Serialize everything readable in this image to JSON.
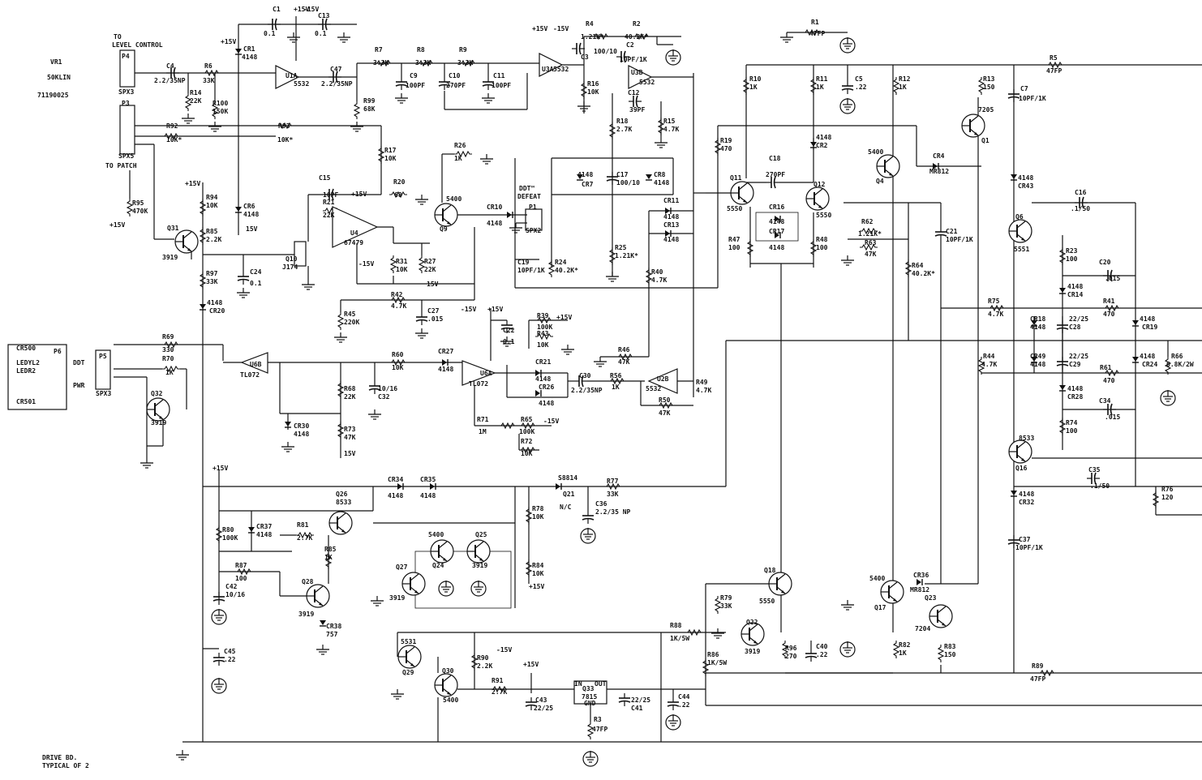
{
  "sheet_note": {
    "line1": "DRIVE BD.",
    "line2": "TYPICAL OF 2"
  },
  "part_number": "71190025",
  "pot": {
    "ref": "VR1",
    "value": "50KLIN"
  },
  "connectors": {
    "to_level_control_1": "TO",
    "to_level_control_2": "LEVEL CONTROL",
    "to_patch": "TO PATCH",
    "p4": "P4",
    "spx3a": "SPX3",
    "p3": "P3",
    "spx5": "SPX5",
    "p6": "P6",
    "p5": "P5",
    "spx3b": "SPX3",
    "ddt": "DDT",
    "pwr": "PWR",
    "p1": "P1",
    "spx2": "SPX2",
    "ddt_defeat_1": "DDT™",
    "ddt_defeat_2": "DEFEAT"
  },
  "leds": {
    "cr500": "CR500",
    "cr501": "CR501",
    "ledyl2": "LEDYL2",
    "ledr2": "LEDR2"
  },
  "rails": {
    "p15": "+15V",
    "m15": "-15V",
    "m15b": "15V"
  },
  "ics": {
    "u1a": "U1A",
    "u1a_type": "5532",
    "u3a": "U3A",
    "u3a_type": "5532",
    "u3b": "U3B",
    "u3b_type": "5532",
    "u4": "U4",
    "u4_type": "67479",
    "u6b": "U6B",
    "u6b_type": "TL072",
    "u6a": "U6A",
    "u6a_type": "TL072",
    "u2b": "U2B",
    "u2b_type": "5532",
    "q33": "Q33",
    "q33_type": "7815",
    "q33_in": "IN",
    "q33_out": "OUT",
    "q33_gnd": "GND"
  },
  "transistors": {
    "q31": "Q31",
    "q31_t": "3919",
    "q32": "Q32",
    "q32_t": "3919",
    "q10": "Q10",
    "q10_t": "J174",
    "q9": "Q9",
    "q9_t": "5400",
    "q11": "Q11",
    "q11_t": "5550",
    "q12": "Q12",
    "q12_t": "5550",
    "q4": "Q4",
    "q4_t": "5400",
    "q1": "Q1",
    "q1_t": "7205",
    "q6": "Q6",
    "q6_t": "5551",
    "q16": "Q16",
    "q16_t": "8533",
    "q26": "Q26",
    "q26_t": "8533",
    "q24": "Q24",
    "q24_t": "5400",
    "q25": "Q25",
    "q25_t": "3919",
    "q27": "Q27",
    "q27_t": "3919",
    "q28": "Q28",
    "q28_t": "3919",
    "q18": "Q18",
    "q18_t": "5550",
    "q22": "Q22",
    "q22_t": "3919",
    "q17": "Q17",
    "q17_t": "5400",
    "q23": "Q23",
    "q23_t": "7204",
    "q29": "Q29",
    "q29_t": "5531",
    "q30": "Q30",
    "q30_t": "5400",
    "q21": "Q21",
    "q21_t": "S8814",
    "q21_nc": "N/C"
  },
  "resistors": {
    "r6": "R6",
    "r6v": "33K",
    "r14": "R14",
    "r14v": "22K",
    "r100": "R100",
    "r100v": "150K",
    "r92": "R92",
    "r92v": "10K*",
    "r93": "R93",
    "r93v": "10K*",
    "r7": "R7",
    "r7v": "3.3K",
    "r8": "R8",
    "r8v": "3.3K",
    "r9": "R9",
    "r9v": "3.3K",
    "r99": "R99",
    "r99v": "68K",
    "r4": "R4",
    "r4v": "1.21K*",
    "r2": "R2",
    "r2v": "40.2K*",
    "r16": "R16",
    "r16v": "10K",
    "r1": "R1",
    "r1v": "47FP",
    "r17": "R17",
    "r17v": "10K",
    "r20": "R20",
    "r20v": "68",
    "r21": "R21",
    "r21v": "22K",
    "r26": "R26",
    "r26v": "1K",
    "r95": "R95",
    "r95v": "470K",
    "r94": "R94",
    "r94v": "10K",
    "r85": "R85",
    "r85v": "2.2K",
    "r97": "R97",
    "r97v": "33K",
    "r31": "R31",
    "r31v": "10K",
    "r27": "R27",
    "r27v": "22K",
    "r24": "R24",
    "r24v": "40.2K*",
    "r18": "R18",
    "r18v": "2.7K",
    "r15": "R15",
    "r15v": "4.7K",
    "r25": "R25",
    "r25v": "1.21K*",
    "r40": "R40",
    "r40v": "4.7K",
    "r42": "R42",
    "r42v": "4.7K",
    "r45": "R45",
    "r45v": "220K",
    "r39": "R39",
    "r39v": "100K",
    "r43": "R43",
    "r43v": "10K",
    "r69": "R69",
    "r69v": "330",
    "r70": "R70",
    "r70v": "1K",
    "r60": "R60",
    "r60v": "10K",
    "r68": "R68",
    "r68v": "22K",
    "r73": "R73",
    "r73v": "47K",
    "r71": "R71",
    "r71v": "1M",
    "r65": "R65",
    "r65v": "100K",
    "r72": "R72",
    "r72v": "10K",
    "r46": "R46",
    "r46v": "47K",
    "r56": "R56",
    "r56v": "1K",
    "r50": "R50",
    "r50v": "47K",
    "r49": "R49",
    "r49v": "4.7K",
    "r10": "R10",
    "r10v": "1K",
    "r11": "R11",
    "r11v": "1K",
    "r12": "R12",
    "r12v": "1K",
    "r13": "R13",
    "r13v": "150",
    "r5": "R5",
    "r5v": "47FP",
    "r19": "R19",
    "r19v": "470",
    "r47": "R47",
    "r47v": "100",
    "r48": "R48",
    "r48v": "100",
    "r62": "R62",
    "r62v": "1.21K*",
    "r63": "R63",
    "r63v": "47K",
    "r64": "R64",
    "r64v": "40.2K*",
    "r23": "R23",
    "r23v": "100",
    "r75": "R75",
    "r75v": "4.7K",
    "r41": "R41",
    "r41v": "470",
    "r44": "R44",
    "r44v": "4.7K",
    "r61": "R61",
    "r61v": "470",
    "r66": "R66",
    "r66v": "6.8K/2W",
    "r74": "R74",
    "r74v": "100",
    "r76": "R76",
    "r76v": "120",
    "r77": "R77",
    "r77v": "33K",
    "r78": "R78",
    "r78v": "10K",
    "r84": "R84",
    "r84v": "10K",
    "r80": "R80",
    "r80v": "100K",
    "r81": "R81",
    "r81v": "2.7K",
    "r85b": "R85",
    "r85bv": "1K",
    "r87": "R87",
    "r87v": "100",
    "r79": "R79",
    "r79v": "33K",
    "r88": "R88",
    "r88v": "1K/5W",
    "r86": "R86",
    "r86v": "1K/5W",
    "r96": "R96",
    "r96v": "270",
    "r82": "R82",
    "r82v": "1K",
    "r83": "R83",
    "r83v": "150",
    "r89": "R89",
    "r89v": "47FP",
    "r90": "R90",
    "r90v": "2.2K",
    "r91": "R91",
    "r91v": "2.7K",
    "r3": "R3",
    "r3v": "47FP"
  },
  "capacitors": {
    "c1": "C1",
    "c1v": "0.1",
    "c13": "C13",
    "c13v": "0.1",
    "c4": "C4",
    "c4v": "2.2/35NP",
    "c47": "C47",
    "c47v": "2.2/35NP",
    "c9": "C9",
    "c9v": "100PF",
    "c10": "C10",
    "c10v": "270PF",
    "c11": "C11",
    "c11v": "100PF",
    "c3": "C3",
    "c3v": "100/10",
    "c2": "C2",
    "c2v": "10PF/1K",
    "c12": "C12",
    "c12v": "39PF",
    "c15": "C15",
    "c15v": "10PF",
    "c17": "C17",
    "c17v": "100/10",
    "c24": "C24",
    "c24v": "0.1",
    "c19": "C19",
    "c19v": "10PF/1K",
    "c27": "C27",
    "c27v": ".015",
    "c22": "C22",
    "c22v": "0.1",
    "c32": "C32",
    "c32v": "10/16",
    "c30": "C30",
    "c30v": "2.2/35NP",
    "c5": "C5",
    "c5v": ".22",
    "c18": "C18",
    "c18v": "270PF",
    "c7": "C7",
    "c7v": "10PF/1K",
    "c21": "C21",
    "c21v": "10PF/1K",
    "c16": "C16",
    "c16v": ".1/50",
    "c20": "C20",
    "c20v": ".015",
    "c28": "C28",
    "c28v": "22/25",
    "c29": "C29",
    "c29v": "22/25",
    "c34": "C34",
    "c34v": ".015",
    "c35": "C35",
    "c35v": ".1/50",
    "c37": "C37",
    "c37v": "10PF/1K",
    "c36": "C36",
    "c36v": "2.2/35 NP",
    "c42": "C42",
    "c42v": "10/16",
    "c45": "C45",
    "c45v": ".22",
    "c40": "C40",
    "c40v": ".22",
    "c43": "C43",
    "c43v": "22/25",
    "c41": "C41",
    "c41v": "22/25",
    "c44": "C44",
    "c44v": ".22"
  },
  "diodes": {
    "cr1": "CR1",
    "cr1v": "4148",
    "cr6": "CR6",
    "cr6v": "4148",
    "cr7": "CR7",
    "cr7v": "4148",
    "cr8": "CR8",
    "cr8v": "4148",
    "cr10": "CR10",
    "cr10v": "4148",
    "cr11": "CR11",
    "cr11v": "4148",
    "cr13": "CR13",
    "cr13v": "4148",
    "cr20": "CR20",
    "cr20v": "4148",
    "cr21": "CR21",
    "cr21v": "4148",
    "cr26": "CR26",
    "cr26v": "4148",
    "cr27": "CR27",
    "cr27v": "4148",
    "cr30": "CR30",
    "cr30v": "4148",
    "cr2": "CR2",
    "cr2v": "4148",
    "cr4": "CR4",
    "cr4v": "MR812",
    "cr16": "CR16",
    "cr16v": "4148",
    "cr17": "CR17",
    "cr17v": "4148",
    "cr43": "CR43",
    "cr43v": "4148",
    "cr14": "CR14",
    "cr14v": "4148",
    "cr18": "CR18",
    "cr18v": "4148",
    "cr19": "CR19",
    "cr19v": "4148",
    "cr49": "CR49",
    "cr49v": "4148",
    "cr24": "CR24",
    "cr24v": "4148",
    "cr28": "CR28",
    "cr28v": "4148",
    "cr32": "CR32",
    "cr32v": "4148",
    "cr34": "CR34",
    "cr34v": "4148",
    "cr35": "CR35",
    "cr35v": "4148",
    "cr37": "CR37",
    "cr37v": "4148",
    "cr38": "CR38",
    "cr38v": "757",
    "cr36": "CR36",
    "cr36v": "MR812"
  }
}
